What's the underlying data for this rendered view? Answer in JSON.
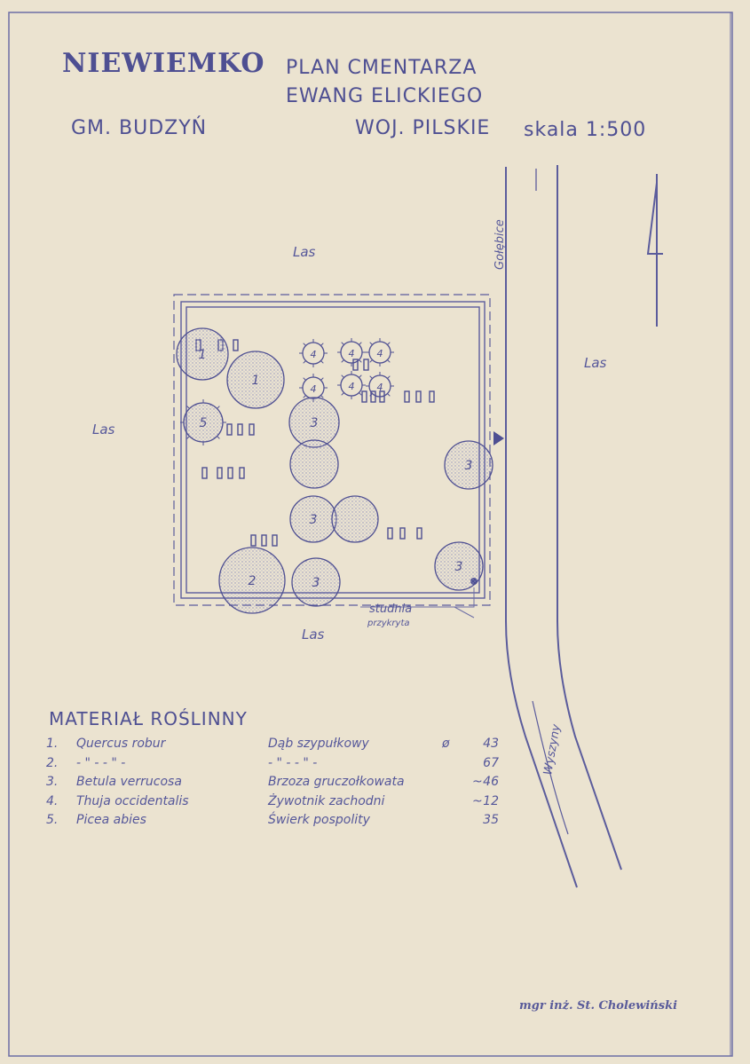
{
  "header": {
    "place": "NIEWIEMKO",
    "plan_line1": "PLAN CMENTARZA",
    "plan_line2": "EWANG ELICKIEGO",
    "gmina": "GM. BUDZYŃ",
    "woj": "WOJ. PILSKIE",
    "scale": "skala 1:500"
  },
  "map": {
    "forest_top": "Las",
    "forest_left": "Las",
    "forest_right": "Las",
    "forest_bottom": "Las",
    "road_north": "Gołębice",
    "road_south": "Wyszyny",
    "well_line1": "studnia",
    "well_line2": "przykryta",
    "trees": [
      {
        "label": "1",
        "kind": "deciduous"
      },
      {
        "label": "1",
        "kind": "deciduous"
      },
      {
        "label": "5",
        "kind": "conifer"
      },
      {
        "label": "3",
        "kind": "deciduous"
      },
      {
        "label": "",
        "kind": "deciduous"
      },
      {
        "label": "3",
        "kind": "deciduous"
      },
      {
        "label": "",
        "kind": "deciduous"
      },
      {
        "label": "2",
        "kind": "deciduous"
      },
      {
        "label": "3",
        "kind": "deciduous"
      },
      {
        "label": "3",
        "kind": "deciduous"
      },
      {
        "label": "3",
        "kind": "deciduous"
      },
      {
        "label": "4",
        "kind": "conifer"
      },
      {
        "label": "4",
        "kind": "conifer"
      },
      {
        "label": "4",
        "kind": "conifer"
      },
      {
        "label": "4",
        "kind": "conifer"
      },
      {
        "label": "4",
        "kind": "conifer"
      },
      {
        "label": "4",
        "kind": "conifer"
      }
    ],
    "north_arrow_icon": "north-arrow-icon",
    "entrance_icon": "entrance-arrow-icon",
    "ink_color": "#4e4f92",
    "paper_color": "#ebe3d0"
  },
  "legend": {
    "title": "MATERIAŁ ROŚLINNY",
    "rows": [
      {
        "no": "1.",
        "latin": "Quercus robur",
        "polish": "Dąb szypułkowy",
        "sym": "ø",
        "value": "43"
      },
      {
        "no": "2.",
        "latin": "- \" -    - \" -",
        "polish": "- \" -      - \" -",
        "sym": "",
        "value": "67"
      },
      {
        "no": "3.",
        "latin": "Betula verrucosa",
        "polish": "Brzoza gruczołkowata",
        "sym": "~",
        "value": "46"
      },
      {
        "no": "4.",
        "latin": "Thuja occidentalis",
        "polish": "Żywotnik zachodni",
        "sym": "~",
        "value": "12"
      },
      {
        "no": "5.",
        "latin": "Picea abies",
        "polish": "Świerk pospolity",
        "sym": "",
        "value": "35"
      }
    ]
  },
  "author": "mgr inż. St. Cholewiński"
}
